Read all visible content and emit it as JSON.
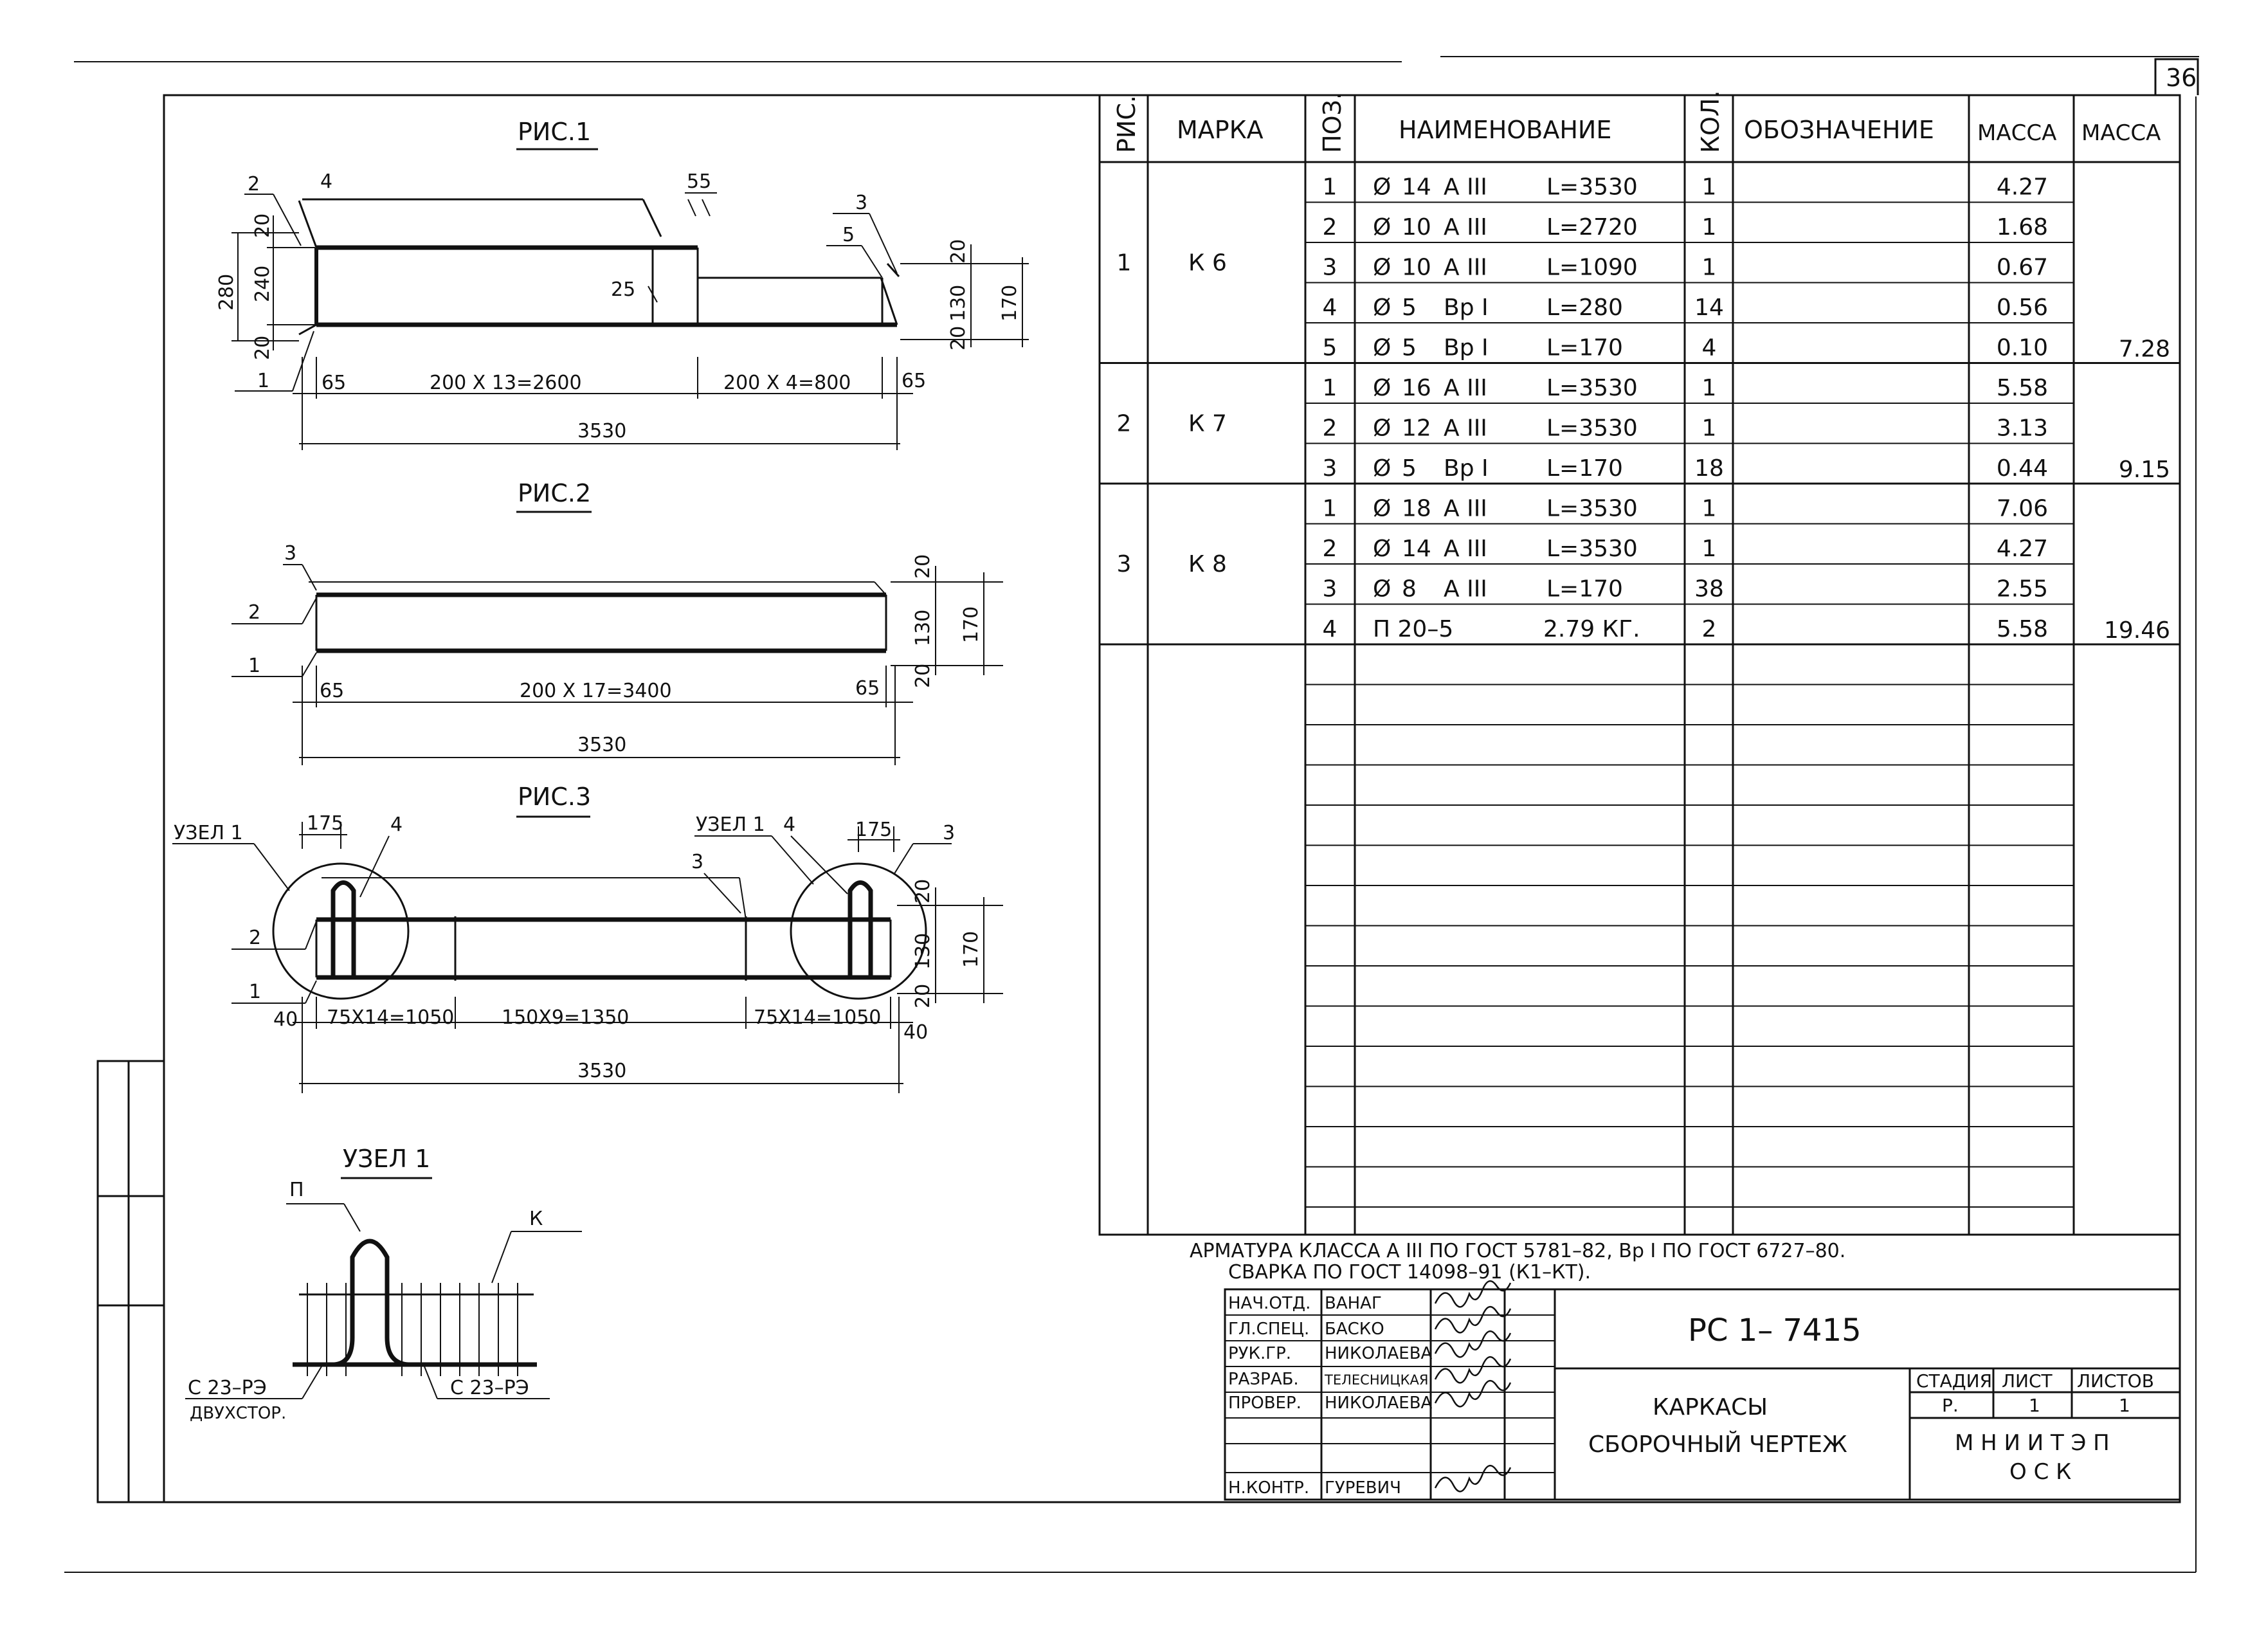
{
  "sheet_number": "36",
  "figures": {
    "fig1": {
      "title": "РИС.1",
      "callouts": [
        "1",
        "2",
        "3",
        "4",
        "5"
      ],
      "dims": {
        "d55": "55",
        "d20a": "20",
        "d240": "240",
        "d280": "280",
        "d20b": "20",
        "d25": "25",
        "d130": "130",
        "d170": "170",
        "d20c": "20",
        "d20d": "20",
        "d65a": "65",
        "seg1": "200 X 13=2600",
        "seg2": "200 X 4=800",
        "d65b": "65",
        "total": "3530"
      }
    },
    "fig2": {
      "title": "РИС.2",
      "callouts": [
        "1",
        "2",
        "3"
      ],
      "dims": {
        "d20a": "20",
        "d130": "130",
        "d170": "170",
        "d20b": "20",
        "d65a": "65",
        "seg": "200 X 17=3400",
        "d65b": "65",
        "total": "3530"
      }
    },
    "fig3": {
      "title": "РИС.3",
      "node_left": "УЗЕЛ 1",
      "node_right": "УЗЕЛ 1",
      "d175a": "175",
      "d175b": "175",
      "callouts": [
        "1",
        "2",
        "3",
        "3",
        "4",
        "4"
      ],
      "dims": {
        "d20a": "20",
        "d130": "130",
        "d170": "170",
        "d20b": "20",
        "d40a": "40",
        "seg1": "75X14=1050",
        "seg2": "150X9=1350",
        "seg3": "75X14=1050",
        "d40b": "40",
        "total": "3530"
      }
    },
    "node": {
      "title": "УЗЕЛ 1",
      "p": "П",
      "k": "К",
      "weld_left": "С 23–РЭ",
      "weld_left_sub": "ДВУХСТОР.",
      "weld_right": "С 23–РЭ"
    }
  },
  "spec_table": {
    "headers": [
      "РИС.",
      "МАРКА",
      "ПОЗ.",
      "НАИМЕНОВАНИЕ",
      "КОЛ.",
      "ОБОЗНАЧЕНИЕ",
      "МАССА",
      "МАССА"
    ],
    "groups": [
      {
        "fig": "1",
        "mark": "К 6",
        "total": "7.28",
        "rows": [
          {
            "pos": "1",
            "dia": "14",
            "cls": "А III",
            "len": "L=3530",
            "qty": "1",
            "mass": "4.27"
          },
          {
            "pos": "2",
            "dia": "10",
            "cls": "А III",
            "len": "L=2720",
            "qty": "1",
            "mass": "1.68"
          },
          {
            "pos": "3",
            "dia": "10",
            "cls": "А III",
            "len": "L=1090",
            "qty": "1",
            "mass": "0.67"
          },
          {
            "pos": "4",
            "dia": "5",
            "cls": "Вр I",
            "len": "L=280",
            "qty": "14",
            "mass": "0.56"
          },
          {
            "pos": "5",
            "dia": "5",
            "cls": "Вр I",
            "len": "L=170",
            "qty": "4",
            "mass": "0.10"
          }
        ]
      },
      {
        "fig": "2",
        "mark": "К 7",
        "total": "9.15",
        "rows": [
          {
            "pos": "1",
            "dia": "16",
            "cls": "А III",
            "len": "L=3530",
            "qty": "1",
            "mass": "5.58"
          },
          {
            "pos": "2",
            "dia": "12",
            "cls": "А III",
            "len": "L=3530",
            "qty": "1",
            "mass": "3.13"
          },
          {
            "pos": "3",
            "dia": "5",
            "cls": "Вр I",
            "len": "L=170",
            "qty": "18",
            "mass": "0.44"
          }
        ]
      },
      {
        "fig": "3",
        "mark": "К 8",
        "total": "19.46",
        "rows": [
          {
            "pos": "1",
            "dia": "18",
            "cls": "А III",
            "len": "L=3530",
            "qty": "1",
            "mass": "7.06"
          },
          {
            "pos": "2",
            "dia": "14",
            "cls": "А III",
            "len": "L=3530",
            "qty": "1",
            "mass": "4.27"
          },
          {
            "pos": "3",
            "dia": "8",
            "cls": "А III",
            "len": "L=170",
            "qty": "38",
            "mass": "2.55"
          },
          {
            "pos": "4",
            "name": "П 20–5",
            "len": "2.79 КГ.",
            "qty": "2",
            "mass": "5.58"
          }
        ]
      }
    ],
    "dia_symbol": "Ø"
  },
  "notes": [
    "АРМАТУРА КЛАССА А III ПО ГОСТ 5781–82, Вр I ПО ГОСТ 6727–80.",
    "СВАРКА ПО ГОСТ 14098–91 (К1–КТ)."
  ],
  "title_block": {
    "designation": "РС 1– 7415",
    "sheet_title_1": "КАРКАСЫ",
    "sheet_title_2": "СБОРОЧНЫЙ ЧЕРТЕЖ",
    "stage_label": "СТАДИЯ",
    "sheet_label": "ЛИСТ",
    "sheets_label": "ЛИСТОВ",
    "stage": "Р.",
    "sheet": "1",
    "sheets": "1",
    "org_1": "М Н И И Т Э П",
    "org_2": "О С К",
    "signers": [
      {
        "role": "НАЧ.ОТД.",
        "name": "ВАНАГ"
      },
      {
        "role": "ГЛ.СПЕЦ.",
        "name": "БАСКО"
      },
      {
        "role": "РУК.ГР.",
        "name": "НИКОЛАЕВА"
      },
      {
        "role": "РАЗРАБ.",
        "name": "ТЕЛЕСНИЦКАЯ"
      },
      {
        "role": "ПРОВЕР.",
        "name": "НИКОЛАЕВА"
      },
      {
        "role": "Н.КОНТР.",
        "name": "ГУРЕВИЧ"
      }
    ]
  }
}
